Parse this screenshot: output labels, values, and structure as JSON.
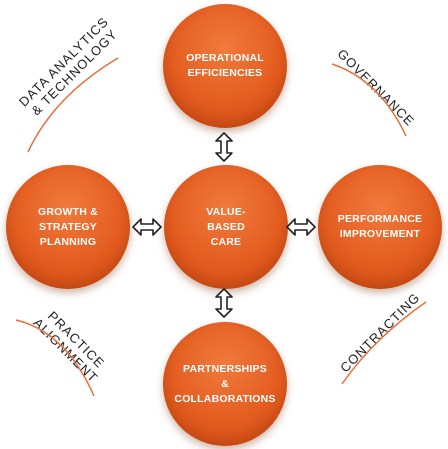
{
  "center": {
    "label_lines": [
      "VALUE-",
      "BASED",
      "CARE"
    ]
  },
  "nodes": {
    "top": {
      "label_lines": [
        "OPERATIONAL",
        "EFFICIENCIES"
      ]
    },
    "left": {
      "label_lines": [
        "GROWTH &",
        "STRATEGY",
        "PLANNING"
      ]
    },
    "right": {
      "label_lines": [
        "PERFORMANCE",
        "IMPROVEMENT"
      ]
    },
    "bottom": {
      "label_lines": [
        "PARTNERSHIPS",
        "&",
        "COLLABORATIONS"
      ]
    }
  },
  "corners": {
    "top_left": {
      "label_lines": [
        "DATA ANALYTICS",
        "& TECHNOLOGY"
      ]
    },
    "top_right": {
      "label_lines": [
        "GOVERNANCE"
      ]
    },
    "bottom_left": {
      "label_lines": [
        "PRACTICE",
        "ALIGNMENT"
      ]
    },
    "bottom_right": {
      "label_lines": [
        "CONTRACTING"
      ]
    }
  },
  "colors": {
    "node_fill": "#e45d20",
    "node_text": "#ffffff",
    "arrow": "#222222",
    "swoosh": "#e8703a",
    "corner_text": "#222222"
  },
  "icons": {
    "connector": "double-arrow-icon",
    "accent": "swoosh-underline"
  }
}
